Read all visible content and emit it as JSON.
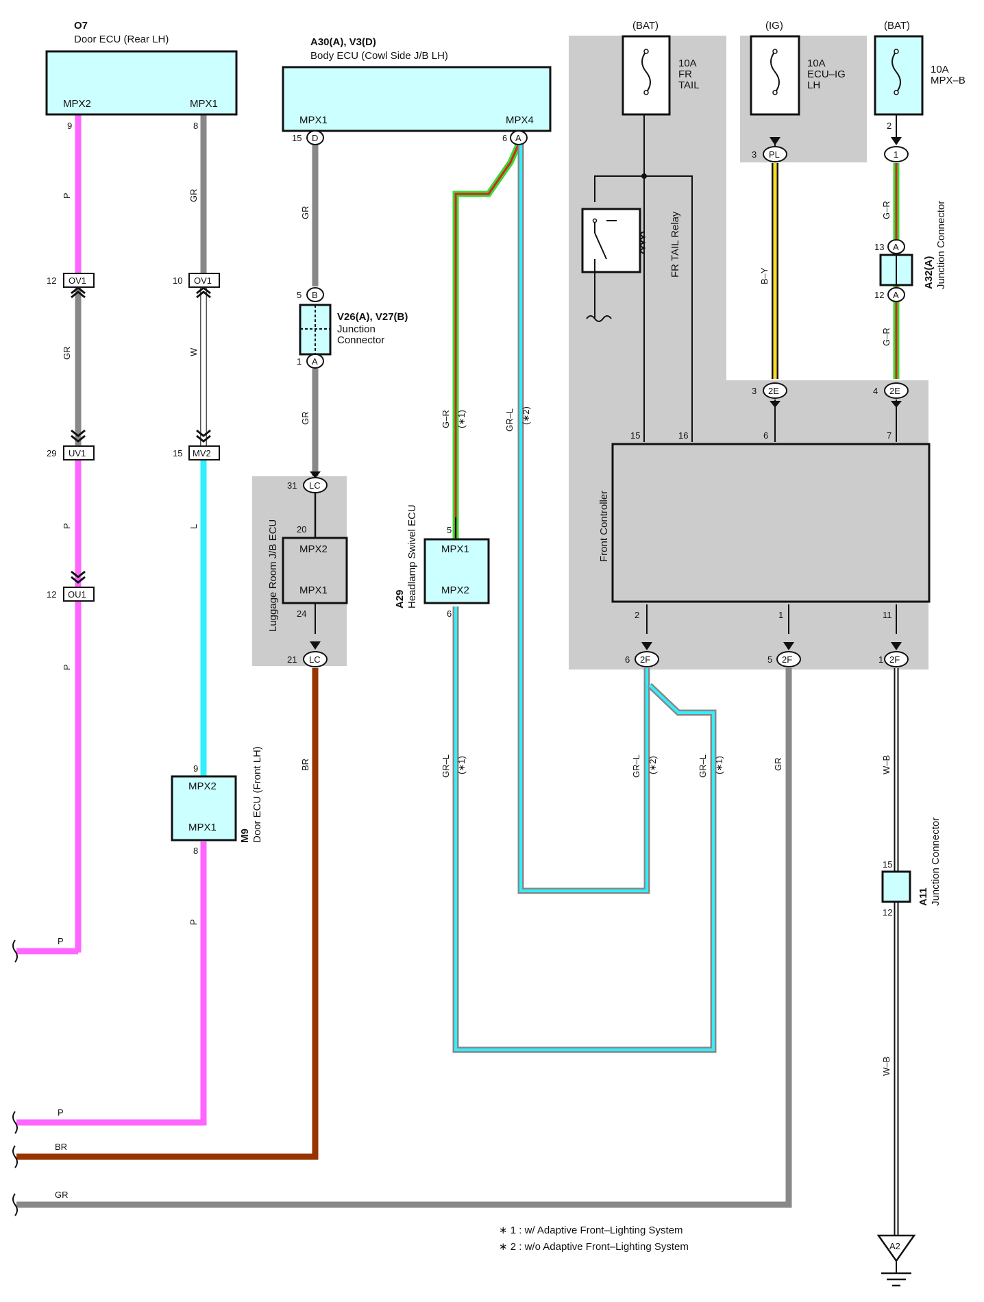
{
  "colors": {
    "pink": "#ff66ff",
    "gray": "#888888",
    "cyan": "#33eeff",
    "brown": "#993300",
    "green": "#33dd33",
    "red": "#dd2222",
    "yellow": "#ffdd22",
    "ecu_fill": "#ccffff",
    "shade": "#cccccc"
  },
  "components": {
    "o7": {
      "code": "O7",
      "name": "Door ECU (Rear LH)",
      "pin_left": "MPX2",
      "pin_right": "MPX1"
    },
    "body_ecu": {
      "code": "A30(A), V3(D)",
      "name": "Body ECU (Cowl Side J/B LH)",
      "pin_left": "MPX1",
      "pin_right": "MPX4"
    },
    "bat1": "(BAT)",
    "ig": "(IG)",
    "bat2": "(BAT)",
    "fuse_fr_tail": [
      "10A",
      "FR",
      "TAIL"
    ],
    "fuse_ecu_ig": [
      "10A",
      "ECU–IG",
      "LH"
    ],
    "fuse_mpx_b": [
      "10A",
      "MPX–B"
    ],
    "relay": "FR TAIL Relay",
    "v26": {
      "code": "V26(A), V27(B)",
      "name1": "Junction",
      "name2": "Connector"
    },
    "a32": {
      "code": "A32(A)",
      "name": "Junction Connector"
    },
    "luggage": {
      "name": "Luggage Room J/B ECU",
      "pin_top": "MPX2",
      "pin_bottom": "MPX1"
    },
    "a29": {
      "code": "A29",
      "name": "Headlamp Swivel ECU",
      "pin_top": "MPX1",
      "pin_bottom": "MPX2"
    },
    "front_controller": "Front Controller",
    "m9": {
      "code": "M9",
      "name": "Door ECU (Front LH)",
      "pin_top": "MPX2",
      "pin_bottom": "MPX1"
    },
    "a11": {
      "code": "A11",
      "name": "Junction Connector"
    },
    "ground": "A2"
  },
  "connectors": {
    "ov1": "OV1",
    "uv1": "UV1",
    "ou1": "OU1",
    "mv2": "MV2",
    "lc": "LC",
    "pl": "PL",
    "c2e": "2E",
    "c2f": "2F",
    "d": "D",
    "a": "A",
    "b": "B",
    "one": "1"
  },
  "pins": {
    "p9": "9",
    "p8": "8",
    "p12": "12",
    "p10": "10",
    "p29": "29",
    "p15": "15",
    "p6": "6",
    "p5": "5",
    "p1": "1",
    "p31": "31",
    "p20": "20",
    "p24": "24",
    "p21": "21",
    "p3": "3",
    "p2": "2",
    "p4": "4",
    "p13": "13",
    "p16": "16",
    "p7": "7",
    "p11": "11"
  },
  "wires": {
    "p": "P",
    "gr": "GR",
    "w": "W",
    "l": "L",
    "br": "BR",
    "gr_r": "G–R",
    "gr_l": "GR–L",
    "b_y": "B–Y",
    "w_b": "W–B",
    "note1": "(∗1)",
    "note2": "(∗2)"
  },
  "notes": [
    "∗ 1 : w/ Adaptive Front–Lighting System",
    "∗ 2 : w/o Adaptive Front–Lighting System"
  ]
}
